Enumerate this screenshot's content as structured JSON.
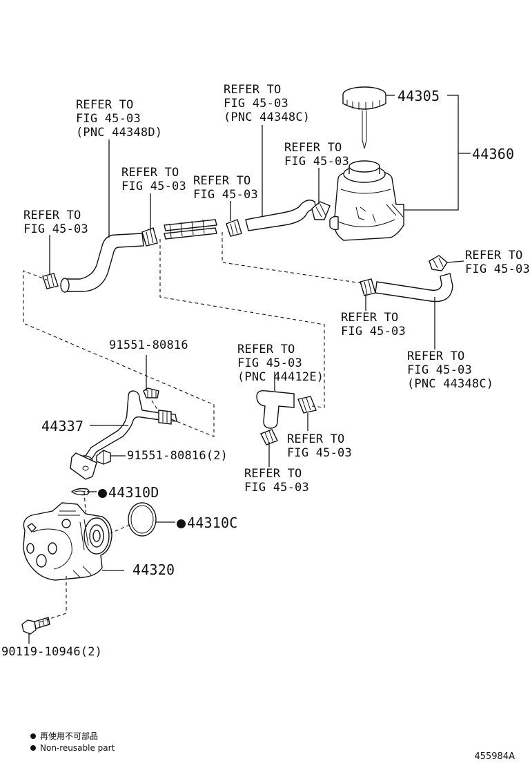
{
  "labels": {
    "refer_top_left_hose": "REFER TO\nFIG 45-03\n(PNC 44348D)",
    "refer_clamp_mid": "REFER TO\nFIG 45-03",
    "refer_clamp_mid2": "REFER TO\nFIG 45-03",
    "refer_top_hose": "REFER TO\nFIG 45-03\n(PNC 44348C)",
    "refer_reservoir_clamp": "REFER TO\nFIG 45-03",
    "refer_left_clamp": "REFER TO\nFIG 45-03",
    "refer_right_clamp": "REFER TO\nFIG 45-03",
    "refer_return_clamp": "REFER TO\nFIG 45-03",
    "refer_return_hose": "REFER TO\nFIG 45-03\n(PNC 44348C)",
    "refer_suction_hose": "REFER TO\nFIG 45-03\n(PNC 44412E)",
    "refer_suction_clamp": "REFER TO\nFIG 45-03",
    "refer_suction_lower_clamp": "REFER TO\nFIG 45-03"
  },
  "parts": {
    "cap": "44305",
    "reservoir": "44360",
    "bolt_upper": "91551-80816",
    "pressure_tube": "44337",
    "bolt_tube": "91551-80816(2)",
    "gasket_small": "44310D",
    "oring": "44310C",
    "pump": "44320",
    "bolt_pump": "90119-10946(2)"
  },
  "legend": {
    "line1": "再使用不可部品",
    "line2": "Non-reusable part"
  },
  "figure_number": "455984A"
}
